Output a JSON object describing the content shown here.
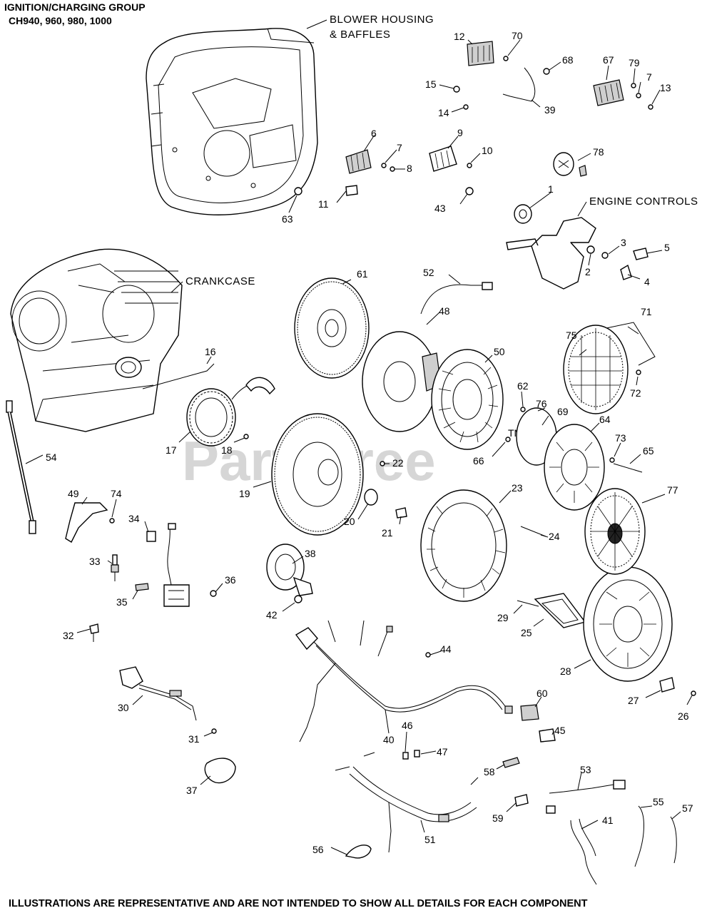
{
  "header": {
    "title": "IGNITION/CHARGING GROUP",
    "models": "CH940, 960, 980, 1000"
  },
  "groups": {
    "blower_housing_line1": "BLOWER HOUSING",
    "blower_housing_line2": "& BAFFLES",
    "engine_controls": "ENGINE CONTROLS",
    "crankcase": "CRANKCASE"
  },
  "watermark": "PartsTree",
  "watermark_tm": "TM",
  "footer": "ILLUSTRATIONS ARE REPRESENTATIVE AND ARE NOT INTENDED TO SHOW ALL DETAILS FOR EACH COMPONENT",
  "callouts": [
    "1",
    "2",
    "3",
    "4",
    "5",
    "6",
    "7",
    "7",
    "8",
    "9",
    "10",
    "11",
    "12",
    "13",
    "14",
    "15",
    "16",
    "17",
    "18",
    "19",
    "20",
    "21",
    "22",
    "23",
    "24",
    "25",
    "26",
    "27",
    "28",
    "29",
    "30",
    "31",
    "32",
    "33",
    "34",
    "35",
    "36",
    "37",
    "38",
    "39",
    "40",
    "41",
    "42",
    "43",
    "44",
    "45",
    "46",
    "47",
    "48",
    "49",
    "50",
    "51",
    "52",
    "53",
    "54",
    "55",
    "56",
    "57",
    "58",
    "59",
    "60",
    "61",
    "62",
    "63",
    "64",
    "65",
    "66",
    "67",
    "68",
    "69",
    "70",
    "71",
    "72",
    "73",
    "74",
    "75",
    "76",
    "77",
    "78",
    "79"
  ]
}
